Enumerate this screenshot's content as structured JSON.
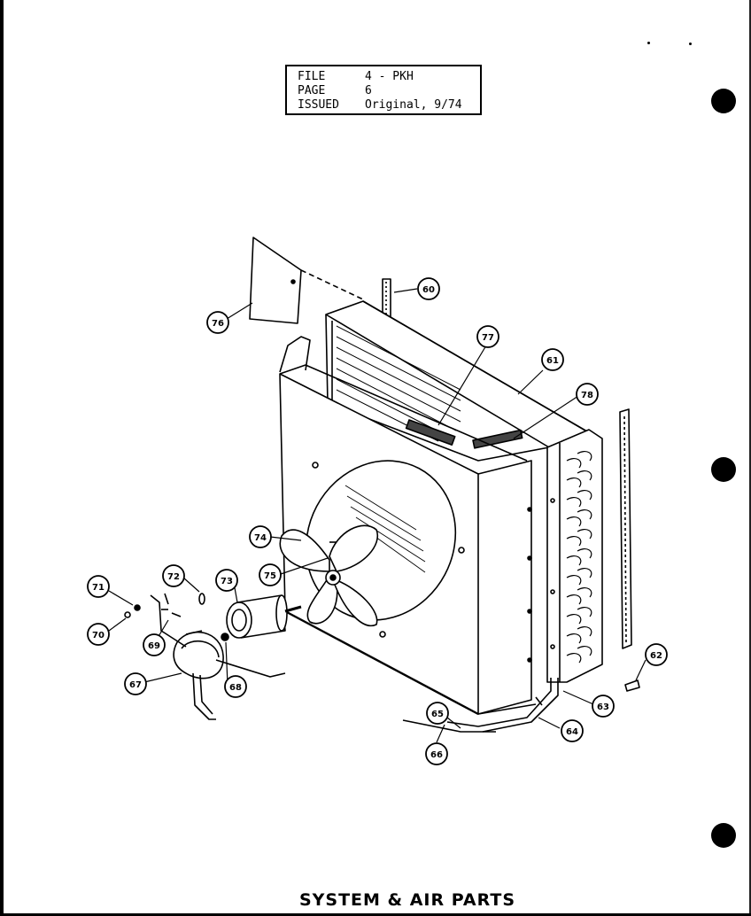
{
  "header": {
    "rows": [
      {
        "label": "FILE",
        "value": "4 - PKH"
      },
      {
        "label": "PAGE",
        "value": "6"
      },
      {
        "label": "ISSUED",
        "value": "Original, 9/74"
      }
    ]
  },
  "title": "SYSTEM & AIR PARTS",
  "callouts": [
    "60",
    "61",
    "62",
    "63",
    "64",
    "65",
    "66",
    "67",
    "68",
    "69",
    "70",
    "71",
    "72",
    "73",
    "74",
    "75",
    "76",
    "77",
    "78"
  ]
}
